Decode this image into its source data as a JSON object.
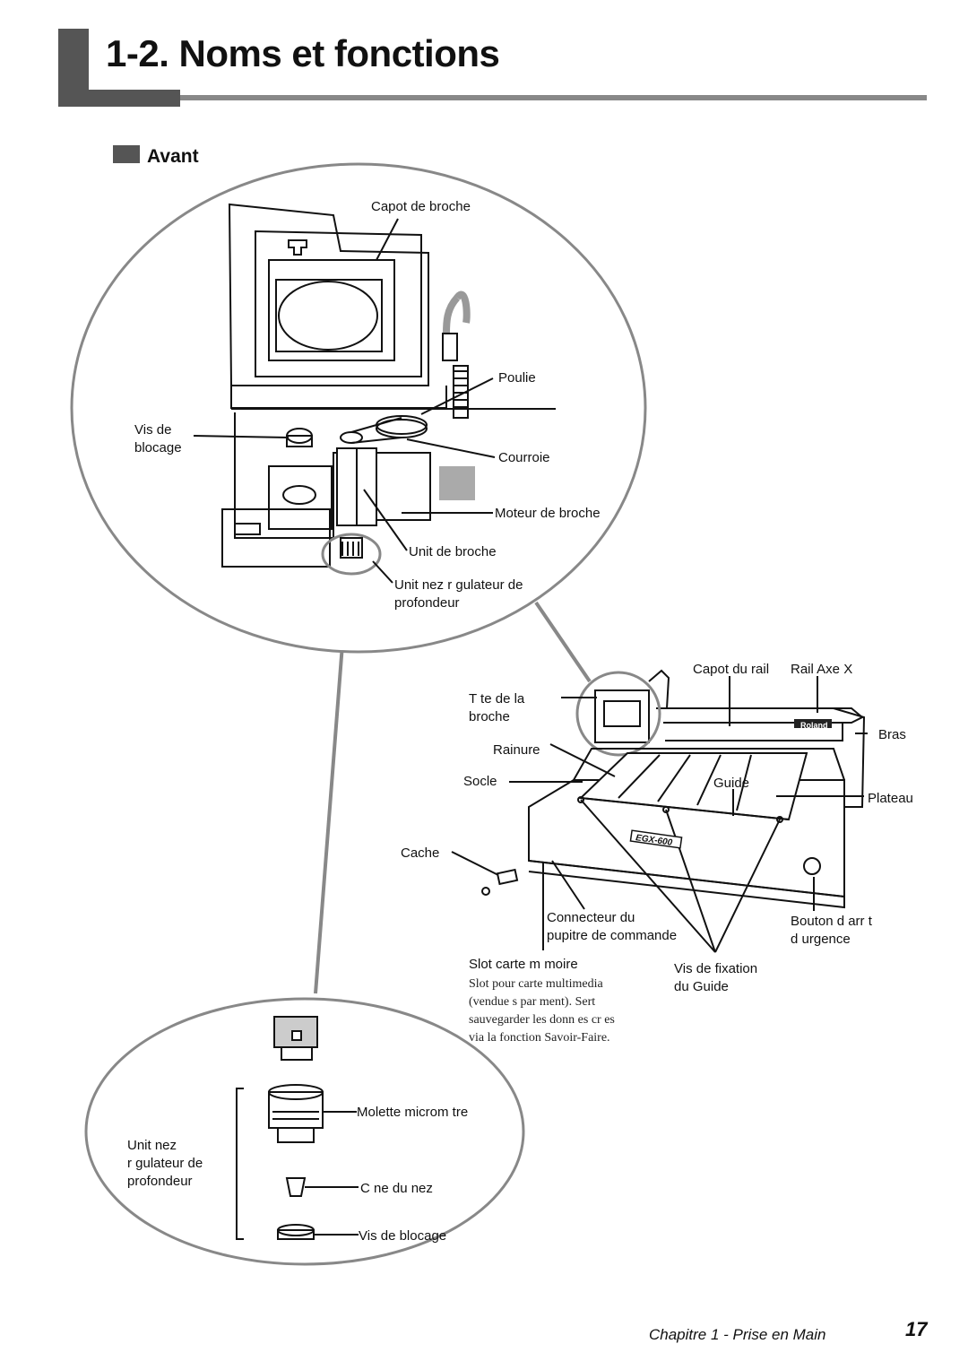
{
  "header": {
    "title": "1-2. Noms et fonctions"
  },
  "section": {
    "title": "Avant"
  },
  "top_detail": {
    "labels": {
      "capot_broche": "Capot de broche",
      "poulie": "Poulie",
      "vis_blocage_l1": "Vis de",
      "vis_blocage_l2": "blocage",
      "courroie": "Courroie",
      "moteur": "Moteur de broche",
      "unite_broche": "Unit   de broche",
      "unite_nez_l1": "Unit   nez r  gulateur de",
      "unite_nez_l2": "profondeur"
    }
  },
  "machine": {
    "labels": {
      "capot_rail": "Capot du rail",
      "rail_axe_x": "Rail Axe X",
      "tete_l1": "T  te de la",
      "tete_l2": "broche",
      "bras": "Bras",
      "rainure": "Rainure",
      "socle": "Socle",
      "guide": "Guide",
      "plateau": "Plateau",
      "cache": "Cache",
      "connecteur_l1": "Connecteur du",
      "connecteur_l2": "pupitre de commande",
      "bouton_l1": "Bouton d arr  t",
      "bouton_l2": "d urgence",
      "slot": "Slot carte m  moire",
      "vis_fix_l1": "Vis de fixation",
      "vis_fix_l2": "du Guide",
      "model_badge": "EGX-600",
      "brand_badge": "Roland"
    },
    "slot_note": [
      "Slot pour carte multimedia",
      "(vendue s  par  ment). Sert",
      "sauvegarder les donn  es cr    es",
      "via la fonction Savoir-Faire."
    ]
  },
  "bottom_detail": {
    "labels": {
      "unite_l1": "Unit   nez",
      "unite_l2": "r  gulateur de",
      "unite_l3": "profondeur",
      "molette": "Molette microm  tre",
      "cone": "C  ne du nez",
      "vis_blocage": "Vis de blocage"
    }
  },
  "footer": {
    "chapter": "Chapitre 1 -  Prise en Main",
    "page": "17"
  }
}
